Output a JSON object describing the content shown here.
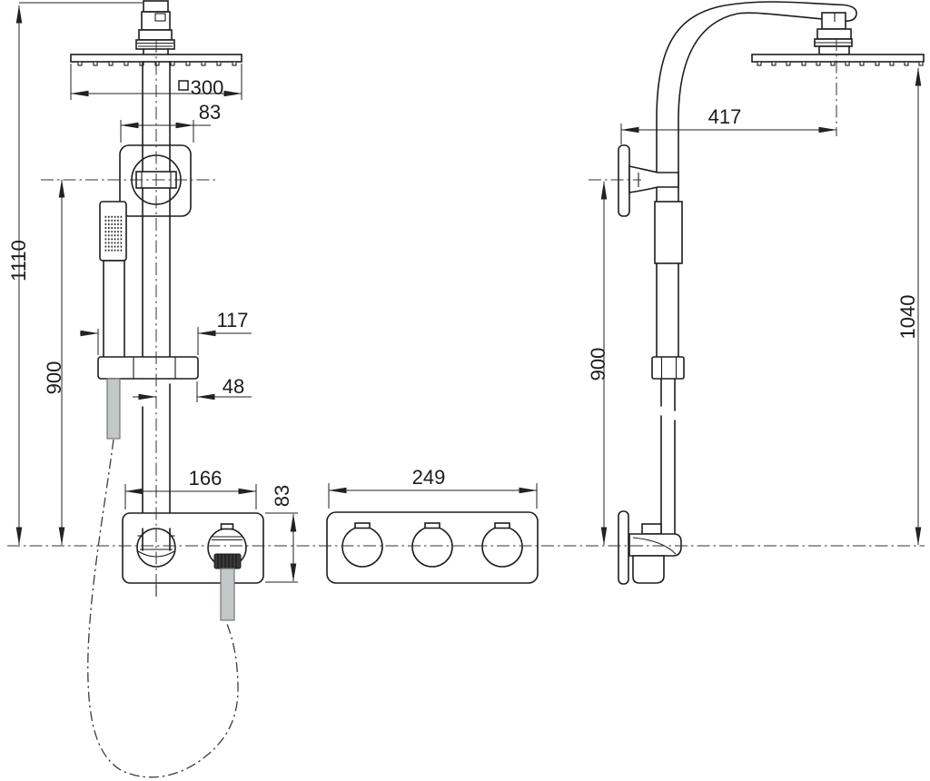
{
  "drawing": {
    "type": "technical-dimension-drawing",
    "subject": "shower system with overhead shower, hand shower and thermostat valve — front view, trim plate and side view",
    "colors": {
      "line": "#1d1d1d",
      "hose_gray": "#c4c7c7",
      "knurl_dark": "#3a3a3a",
      "background": "#ffffff"
    },
    "front_view": {
      "dimensions": {
        "head_width_symbol": "□",
        "head_width": "300",
        "bracket_width": "83",
        "overall_height": "1110",
        "outlet_height": "900",
        "slider_width": "117",
        "slider_offset": "48",
        "mixer_width": "166",
        "mixer_height": "83"
      }
    },
    "trim_plate": {
      "width": "249"
    },
    "side_view": {
      "dimensions": {
        "head_reach": "417",
        "bracket_height": "900",
        "head_height": "1040"
      }
    }
  }
}
